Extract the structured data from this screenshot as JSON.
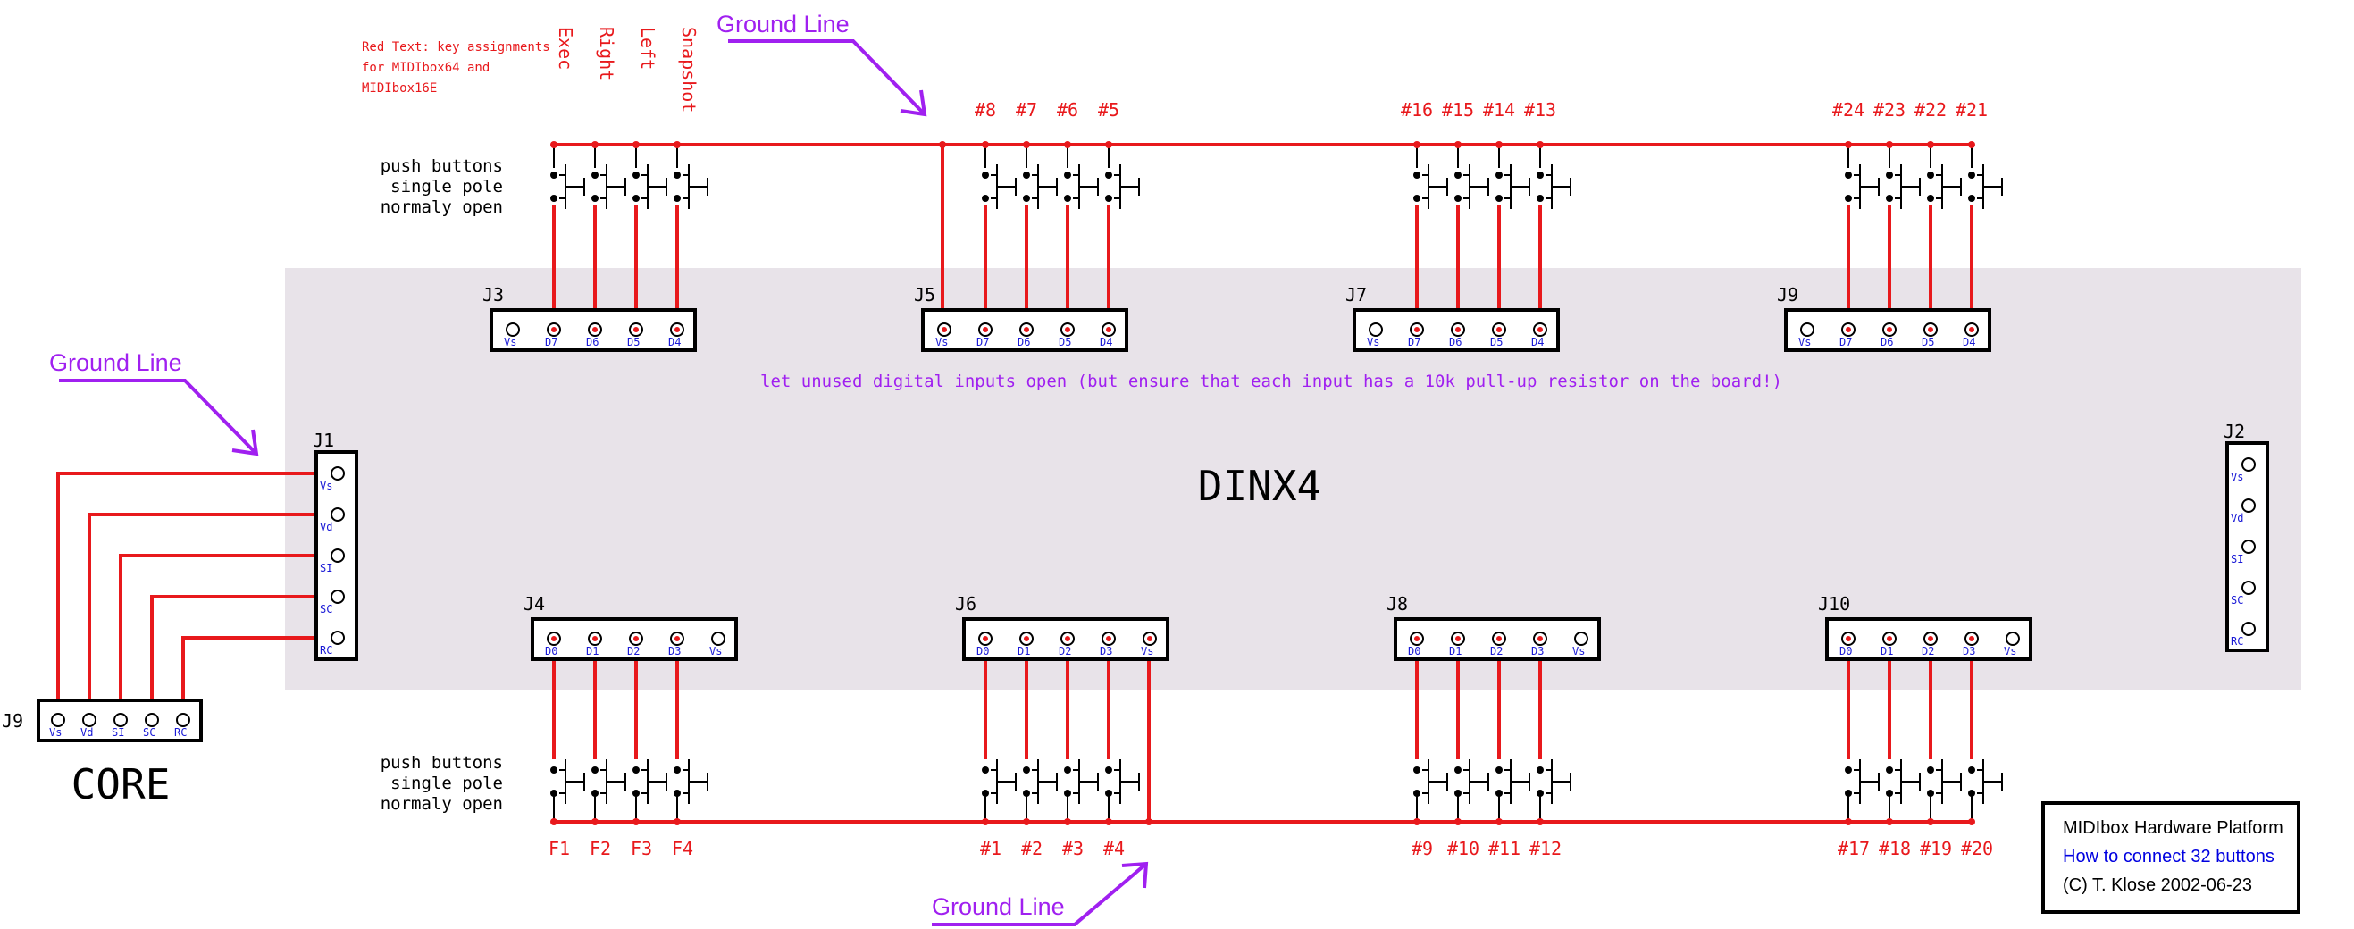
{
  "board": {
    "name": "DINX4",
    "background": "#e8e3e9"
  },
  "core": {
    "name": "CORE",
    "connector": "J9",
    "pins": [
      "Vs",
      "Vd",
      "SI",
      "SC",
      "RC"
    ]
  },
  "notes": {
    "key_assignments": [
      "Red Text: key assignments",
      "for MIDIbox64 and",
      "MIDIbox16E"
    ],
    "unused_inputs": "let unused digital inputs open (but ensure that each input has a 10k pull-up resistor on the board!)",
    "push_buttons": [
      "push buttons",
      "single pole",
      "normaly open"
    ]
  },
  "ground_line_label": "Ground Line",
  "connectors": {
    "J1": {
      "name": "J1",
      "pins": [
        "Vs",
        "Vd",
        "SI",
        "SC",
        "RC"
      ]
    },
    "J2": {
      "name": "J2",
      "pins": [
        "Vs",
        "Vd",
        "SI",
        "SC",
        "RC"
      ]
    },
    "top": [
      {
        "name": "J3",
        "pins": [
          "Vs",
          "D7",
          "D6",
          "D5",
          "D4"
        ]
      },
      {
        "name": "J5",
        "pins": [
          "Vs",
          "D7",
          "D6",
          "D5",
          "D4"
        ]
      },
      {
        "name": "J7",
        "pins": [
          "Vs",
          "D7",
          "D6",
          "D5",
          "D4"
        ]
      },
      {
        "name": "J9",
        "pins": [
          "Vs",
          "D7",
          "D6",
          "D5",
          "D4"
        ]
      }
    ],
    "bottom": [
      {
        "name": "J4",
        "pins": [
          "D0",
          "D1",
          "D2",
          "D3",
          "Vs"
        ]
      },
      {
        "name": "J6",
        "pins": [
          "D0",
          "D1",
          "D2",
          "D3",
          "Vs"
        ]
      },
      {
        "name": "J8",
        "pins": [
          "D0",
          "D1",
          "D2",
          "D3",
          "Vs"
        ]
      },
      {
        "name": "J10",
        "pins": [
          "D0",
          "D1",
          "D2",
          "D3",
          "Vs"
        ]
      }
    ]
  },
  "key_labels": {
    "top_group1": [
      "Exec",
      "Right",
      "Left",
      "Snapshot"
    ],
    "top_group2": [
      "#8",
      "#7",
      "#6",
      "#5"
    ],
    "top_group3": [
      "#16",
      "#15",
      "#14",
      "#13"
    ],
    "top_group4": [
      "#24",
      "#23",
      "#22",
      "#21"
    ],
    "bottom_group1": [
      "F1",
      "F2",
      "F3",
      "F4"
    ],
    "bottom_group2": [
      "#1",
      "#2",
      "#3",
      "#4"
    ],
    "bottom_group3": [
      "#9",
      "#10",
      "#11",
      "#12"
    ],
    "bottom_group4": [
      "#17",
      "#18",
      "#19",
      "#20"
    ]
  },
  "info": {
    "line1": "MIDIbox Hardware Platform",
    "line2": "How to connect 32 buttons",
    "line3": "(C) T. Klose 2002-06-23"
  },
  "colors": {
    "wire": "#e8191c",
    "ground_arrow": "#a020f0",
    "pin_text": "#1a1ad6"
  }
}
